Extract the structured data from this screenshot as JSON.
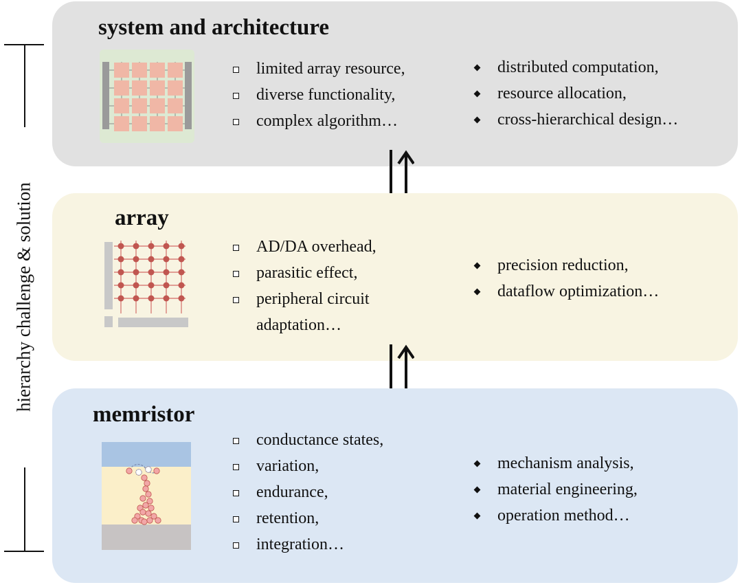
{
  "axis_label": "hierarchy challenge & solution",
  "levels": {
    "system": {
      "title": "system and architecture",
      "challenges": [
        "limited array resource,",
        "diverse functionality,",
        "complex algorithm…"
      ],
      "solutions": [
        "distributed computation,",
        "resource allocation,",
        "cross-hierarchical design…"
      ]
    },
    "array": {
      "title": "array",
      "challenges": [
        "AD/DA overhead,",
        "parasitic effect,",
        "peripheral circuit",
        "adaptation…"
      ],
      "solutions": [
        "precision reduction,",
        "dataflow optimization…"
      ]
    },
    "memristor": {
      "title": "memristor",
      "challenges": [
        "conductance states,",
        "variation,",
        "endurance,",
        "retention,",
        "integration…"
      ],
      "solutions": [
        "mechanism analysis,",
        "material engineering,",
        "operation method…"
      ]
    }
  },
  "colors": {
    "system_panel": "#e1e1e1",
    "array_panel": "#f8f4e2",
    "memristor_panel": "#dce7f4",
    "tile": "#f0b7a6",
    "node": "#c05650",
    "wire": "#d9807a"
  },
  "icons": [
    "system-chip-icon",
    "crossbar-array-icon",
    "memristor-device-icon",
    "bidirectional-arrow-icon"
  ]
}
